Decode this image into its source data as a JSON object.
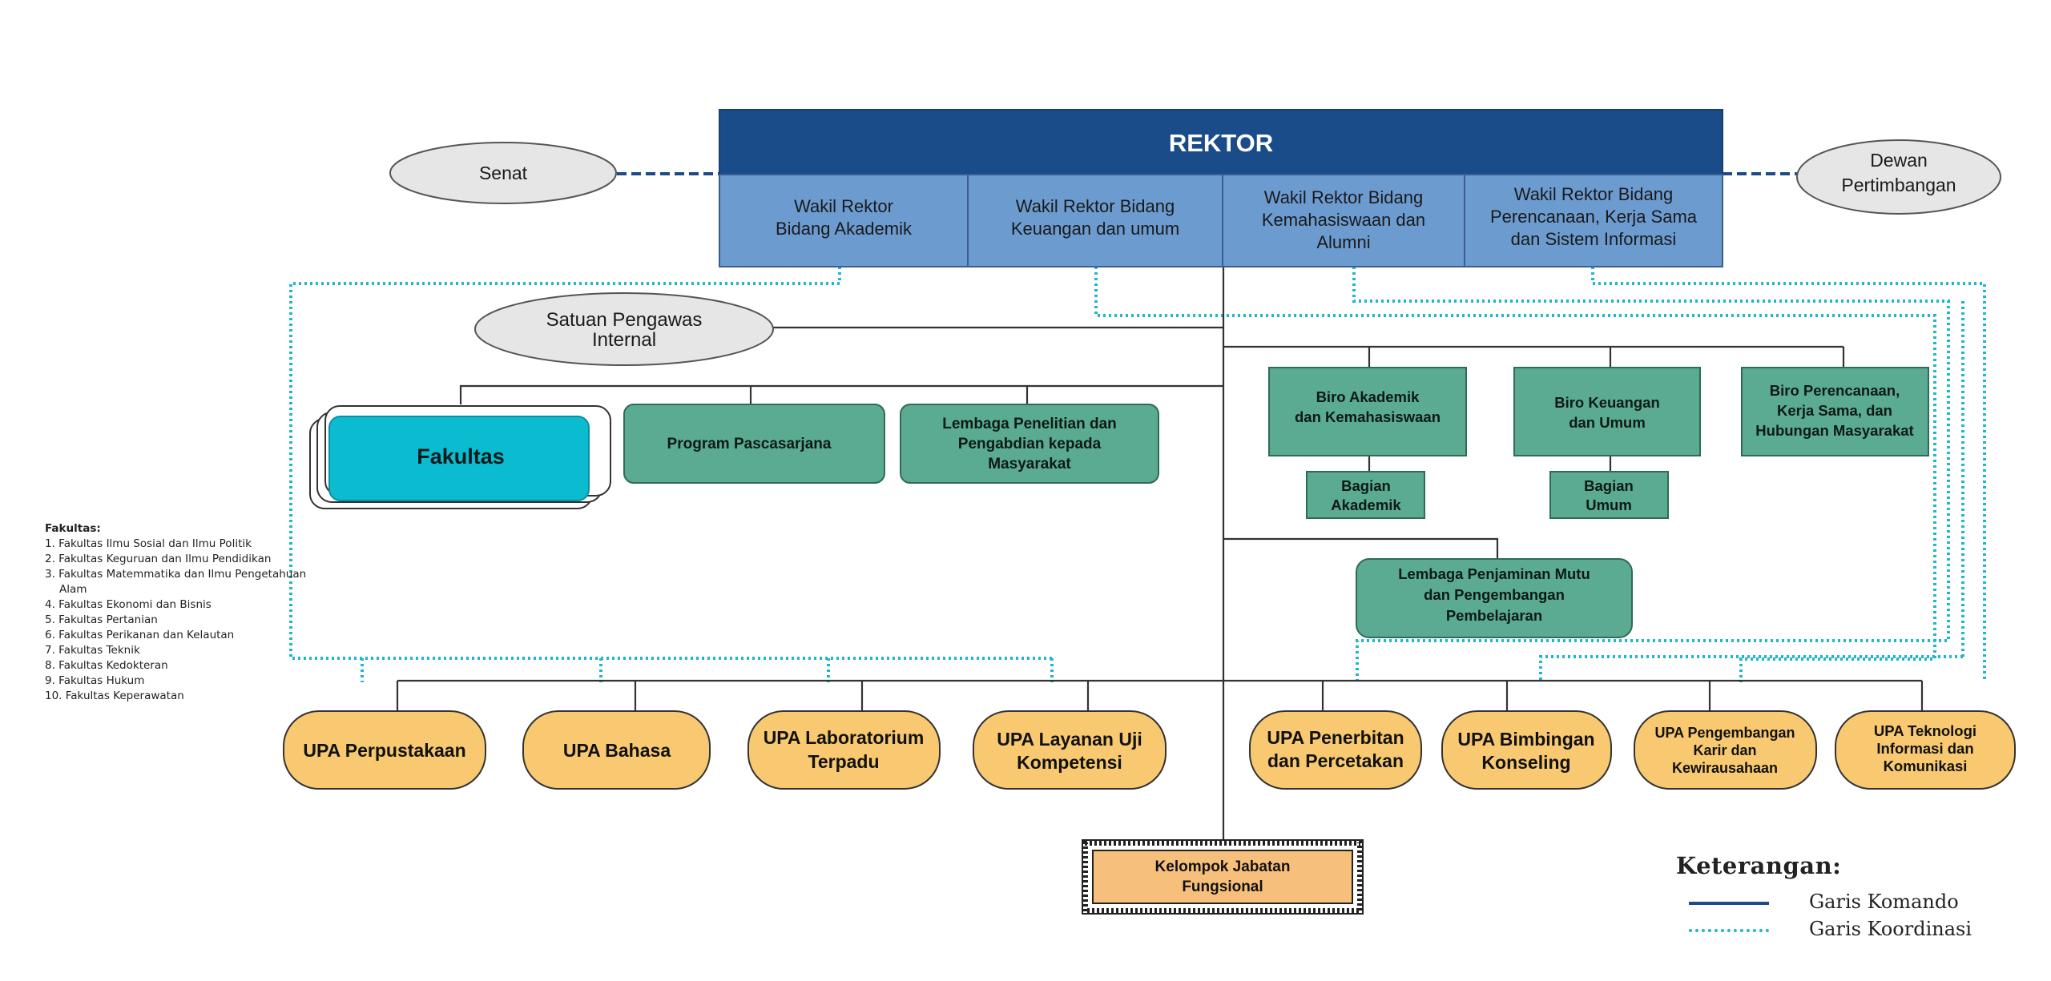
{
  "rektor": "REKTOR",
  "wakil": [
    "Wakil Rektor\nBidang Akademik",
    "Wakil Rektor Bidang\nKeuangan dan umum",
    "Wakil Rektor Bidang\nKemahasiswaan dan\nAlumni",
    "Wakil Rektor Bidang\nPerencanaan, Kerja Sama\ndan Sistem Informasi"
  ],
  "senat": "Senat",
  "dewan": "Dewan\nPertimbangan",
  "spi": "Satuan Pengawas\nInternal",
  "fakultas": "Fakultas",
  "pascasarjana": "Program Pascasarjana",
  "lppm": "Lembaga Penelitian dan\nPengabdian kepada\nMasyarakat",
  "biro": [
    "Biro Akademik\ndan Kemahasiswaan",
    "Biro Keuangan\ndan Umum",
    "Biro Perencanaan,\nKerja Sama, dan\nHubungan Masyarakat"
  ],
  "bagian": [
    "Bagian\nAkademik",
    "Bagian\nUmum"
  ],
  "lpmpp": "Lembaga Penjaminan Mutu\ndan Pengembangan\nPembelajaran",
  "upa": [
    "UPA Perpustakaan",
    "UPA Bahasa",
    "UPA Laboratorium\nTerpadu",
    "UPA Layanan Uji\nKompetensi",
    "UPA Penerbitan\ndan Percetakan",
    "UPA Bimbingan\nKonseling",
    "UPA Pengembangan\nKarir dan\nKewirausahaan",
    "UPA Teknologi\nInformasi dan\nKomunikasi"
  ],
  "kjf": "Kelompok Jabatan\nFungsional",
  "fakultas_list": {
    "title": "Fakultas:",
    "items": [
      "1. Fakultas Ilmu Sosial dan Ilmu Politik",
      "2. Fakultas Keguruan dan Ilmu Pendidikan",
      "3. Fakultas Matemmatika dan Ilmu Pengetahuan Alam",
      "4. Fakultas Ekonomi dan Bisnis",
      "5. Fakultas Pertanian",
      "6. Fakultas Perikanan dan Kelautan",
      "7. Fakultas Teknik",
      "8. Fakultas Kedokteran",
      "9. Fakultas Hukum",
      "10. Fakultas Keperawatan"
    ]
  },
  "keterangan": {
    "title": "Keterangan:",
    "komando": "Garis Komando",
    "koordinasi": "Garis Koordinasi"
  },
  "colors": {
    "rektor": "#1B4C8A",
    "wakil": "#6C9BD0",
    "green": "#5BAA92",
    "fakultas": "#0BBCD0",
    "upa": "#F8C970",
    "kjf": "#F7BF7C",
    "oval": "#E6E6E6",
    "dotted": "#22B6CC",
    "komando": "#1B4C8A"
  }
}
